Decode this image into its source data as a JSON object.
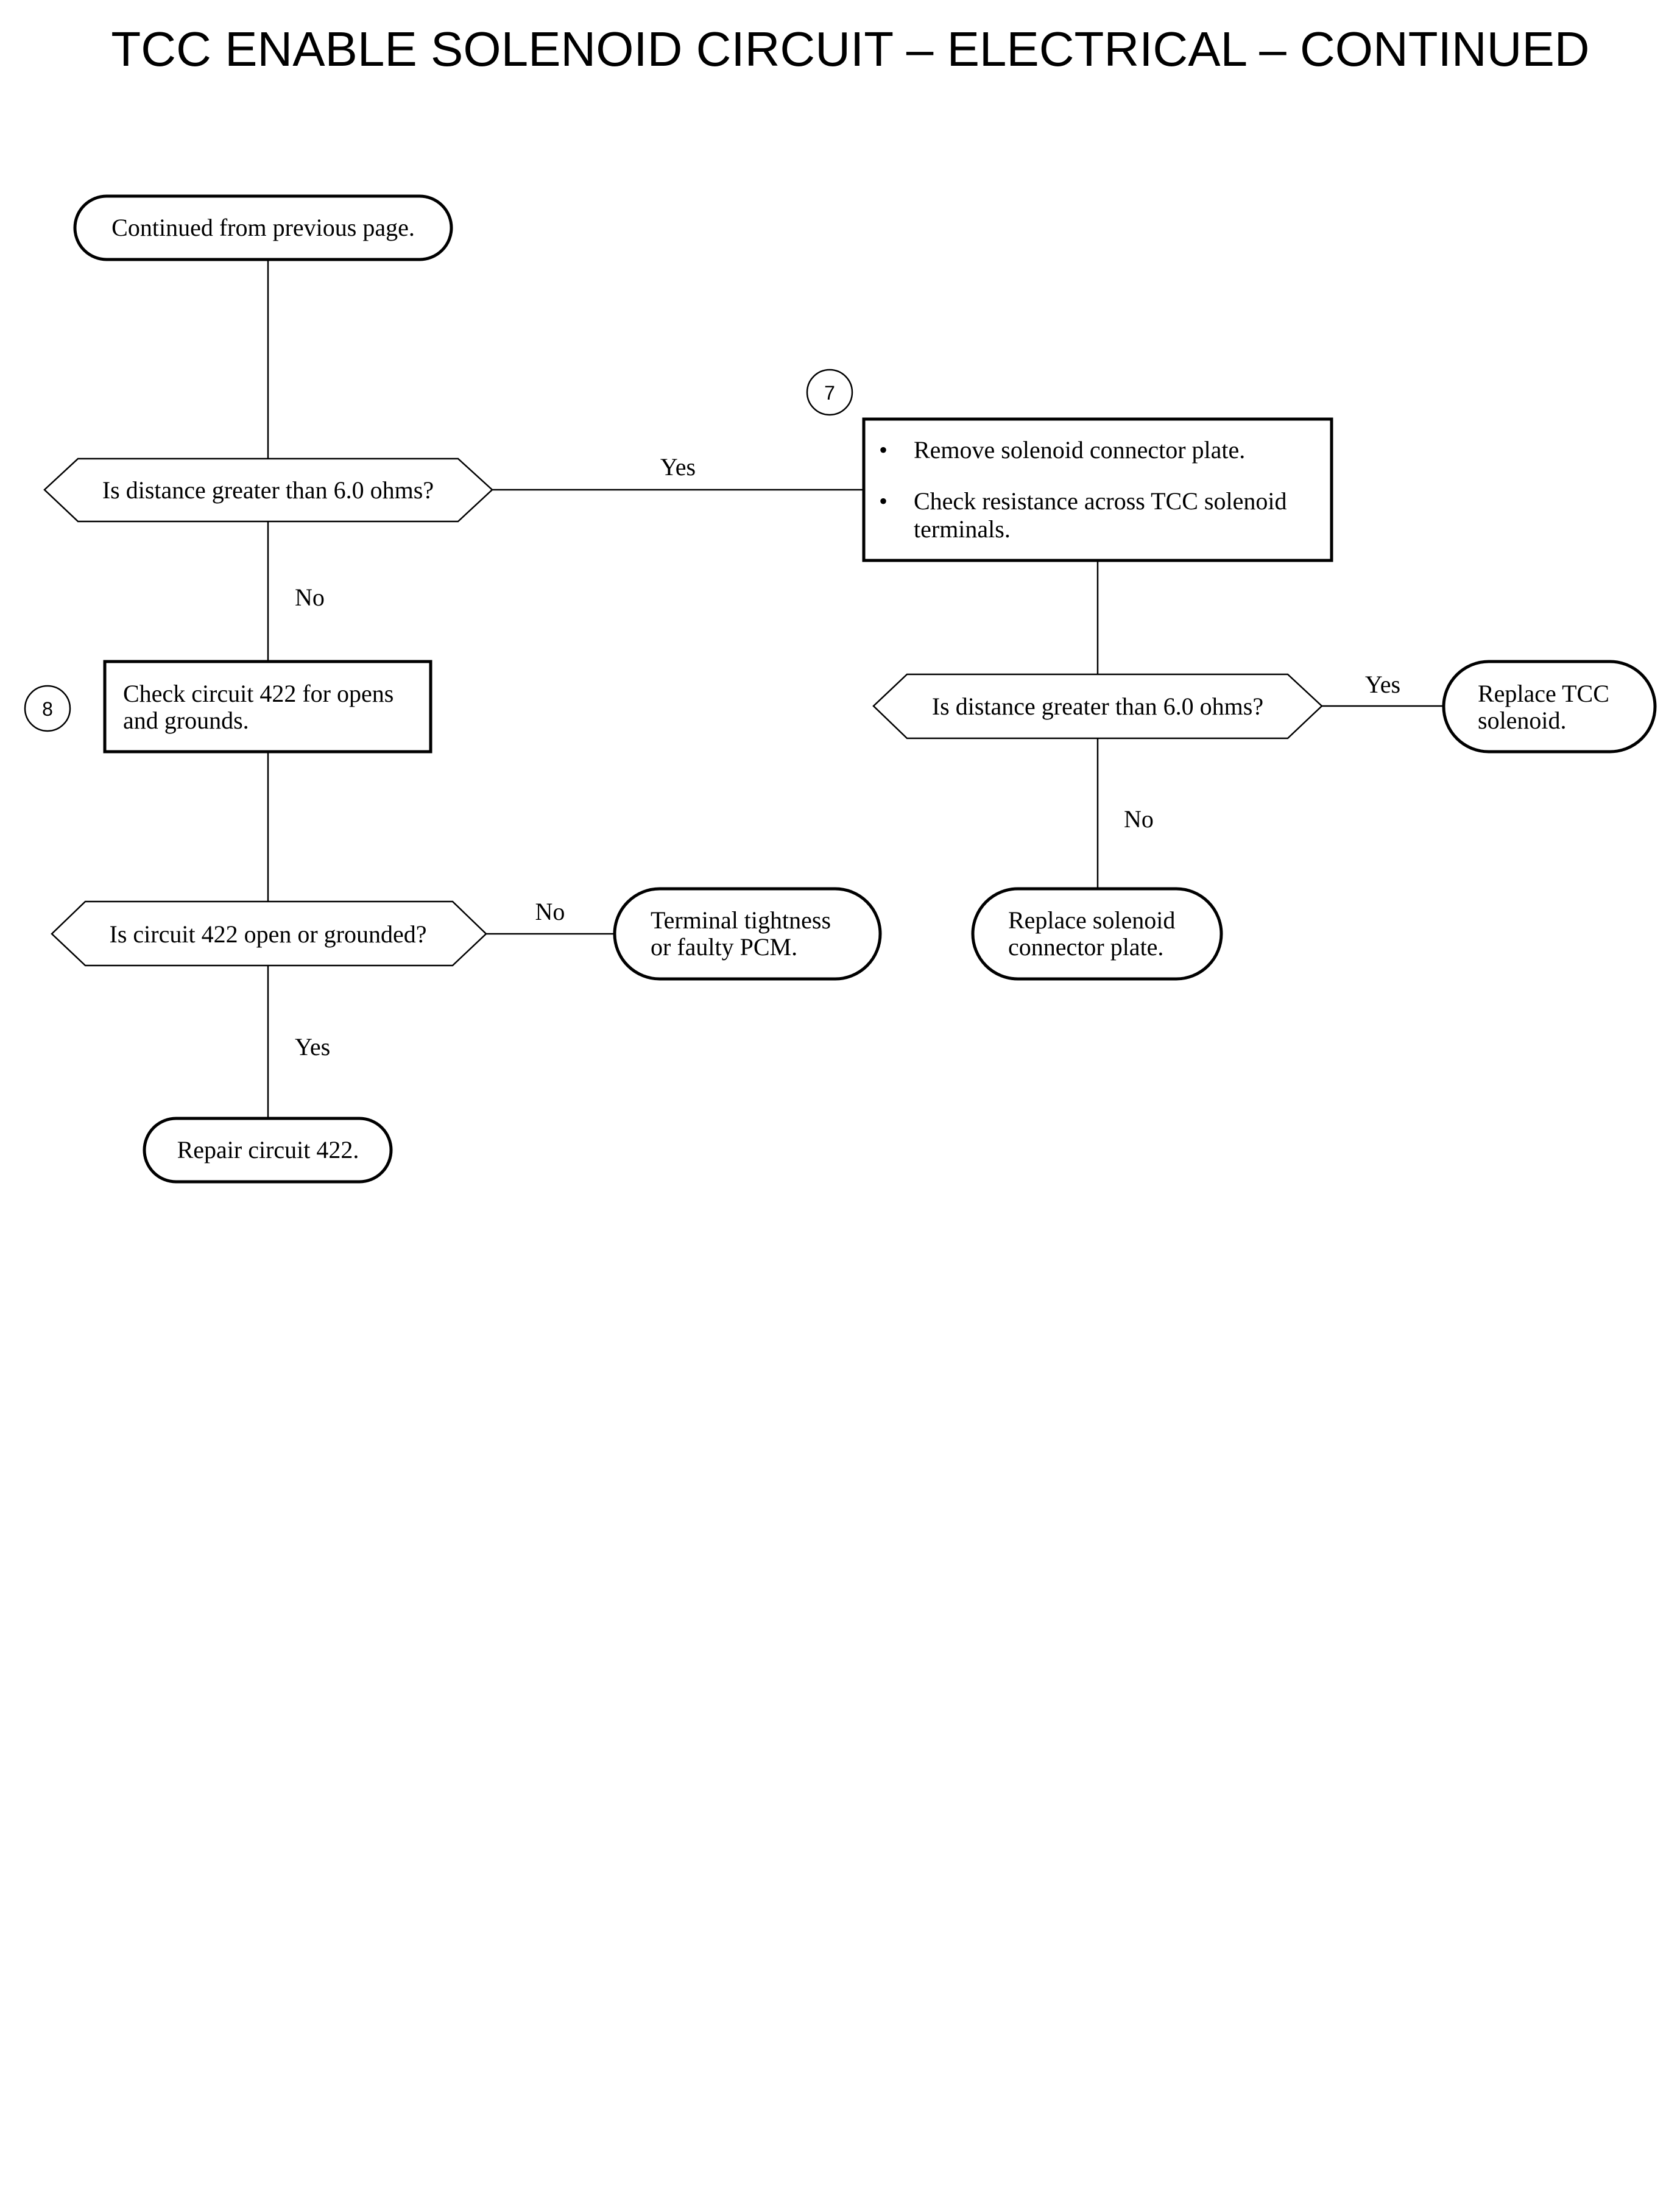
{
  "title": "TCC ENABLE SOLENOID CIRCUIT – ELECTRICAL – CONTINUED",
  "nodes": {
    "start": "Continued from previous page.",
    "q1": "Is distance greater than 6.0 ohms?",
    "step7_line1": "Remove solenoid connector plate.",
    "step7_line2": "Check resistance across TCC solenoid",
    "step7_line3": "terminals.",
    "q2": "Is distance greater than 6.0 ohms?",
    "replace_tcc_line1": "Replace TCC",
    "replace_tcc_line2": "solenoid.",
    "replace_plate_line1": "Replace solenoid",
    "replace_plate_line2": "connector plate.",
    "step8_line1": "Check circuit 422 for opens",
    "step8_line2": "and grounds.",
    "q3": "Is circuit 422 open or grounded?",
    "terminal_line1": "Terminal tightness",
    "terminal_line2": "or faulty PCM.",
    "repair": "Repair circuit 422."
  },
  "step_numbers": {
    "step7": "7",
    "step8": "8"
  },
  "edge_labels": {
    "q1_yes": "Yes",
    "q1_no": "No",
    "q2_yes": "Yes",
    "q2_no": "No",
    "q3_no": "No",
    "q3_yes": "Yes"
  },
  "bullet_glyph": "•"
}
